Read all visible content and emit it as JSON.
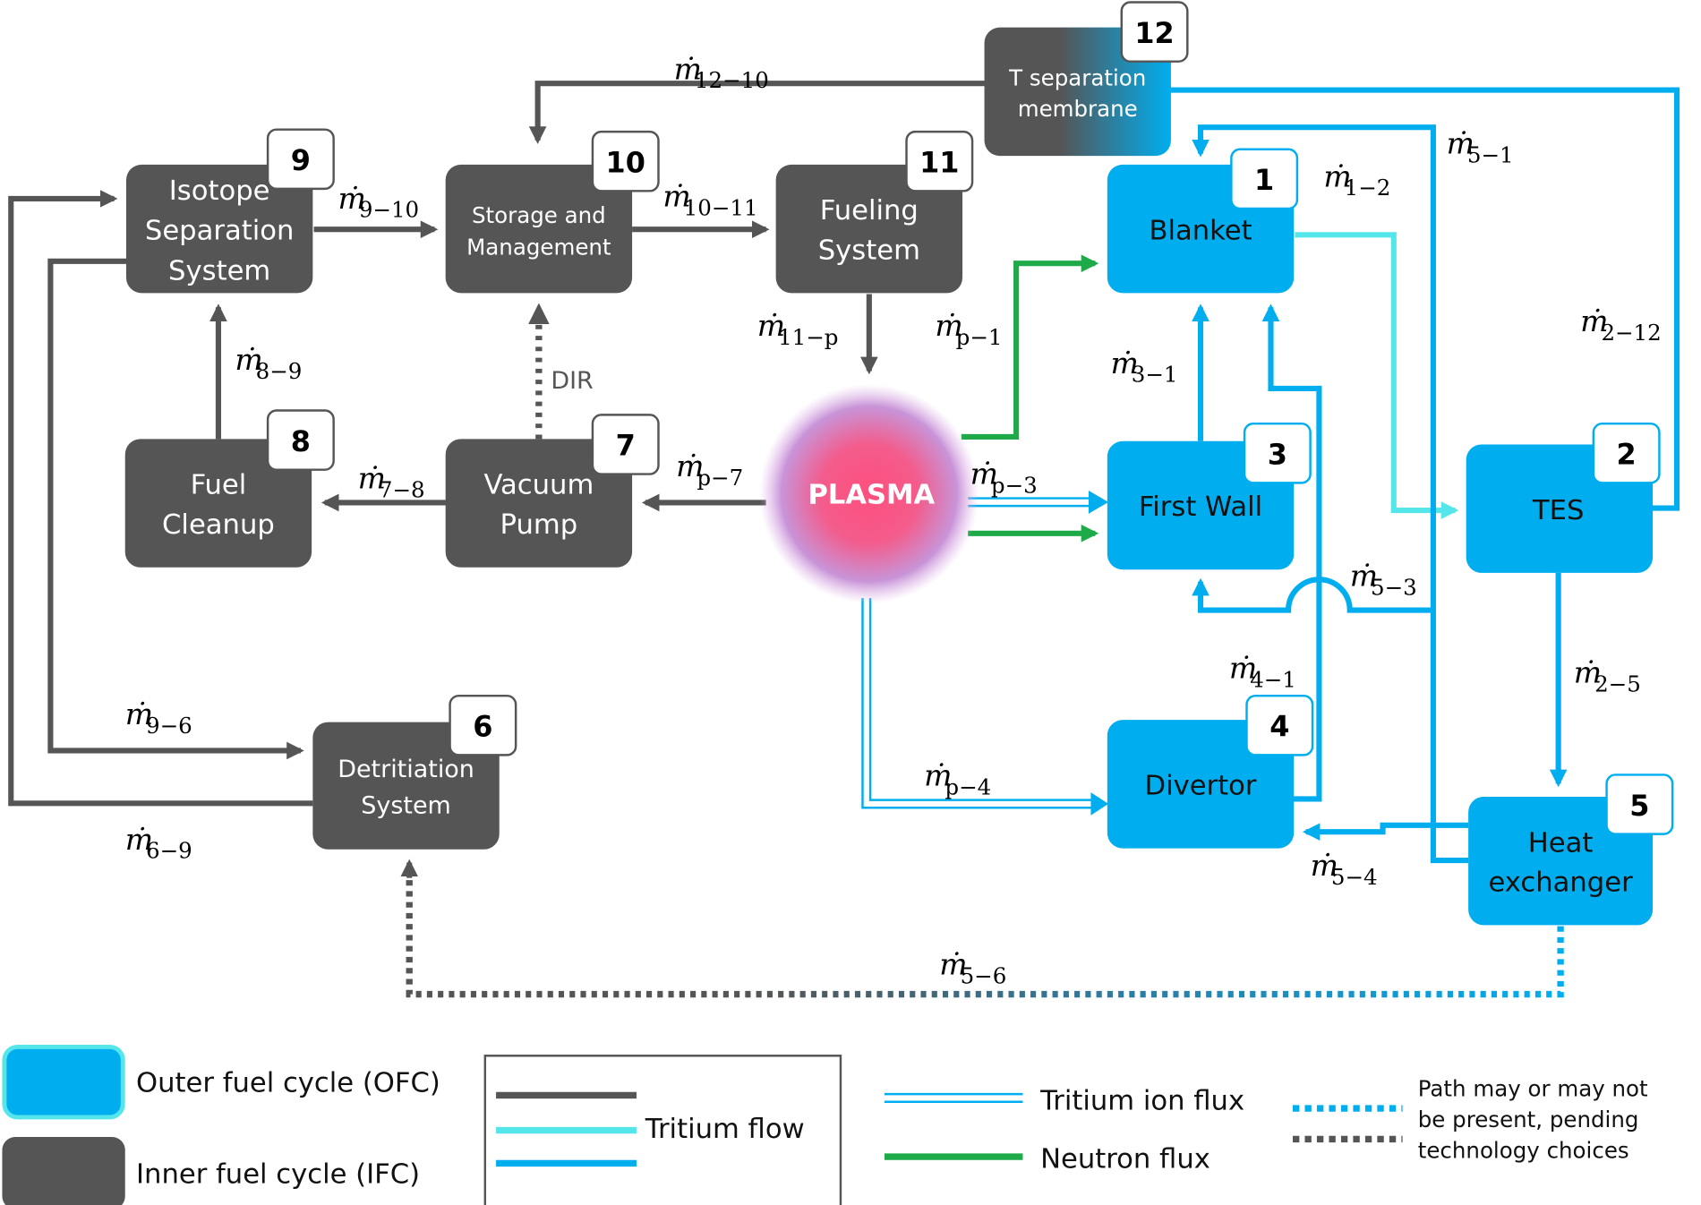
{
  "colors": {
    "ifc": "#555555",
    "ofc": "#00AEEF",
    "tritium_light": "#55E6EC",
    "neutron": "#1FAA4A",
    "plasma": "#FF4F7D"
  },
  "nodes": {
    "n1": {
      "num": "1",
      "lines": [
        "Blanket"
      ]
    },
    "n2": {
      "num": "2",
      "lines": [
        "TES"
      ]
    },
    "n3": {
      "num": "3",
      "lines": [
        "First Wall"
      ]
    },
    "n4": {
      "num": "4",
      "lines": [
        "Divertor"
      ]
    },
    "n5": {
      "num": "5",
      "lines": [
        "Heat",
        "exchanger"
      ]
    },
    "n6": {
      "num": "6",
      "lines": [
        "Detritiation",
        "System"
      ]
    },
    "n7": {
      "num": "7",
      "lines": [
        "Vacuum",
        "Pump"
      ]
    },
    "n8": {
      "num": "8",
      "lines": [
        "Fuel",
        "Cleanup"
      ]
    },
    "n9": {
      "num": "9",
      "lines": [
        "Isotope",
        "Separation",
        "System"
      ]
    },
    "n10": {
      "num": "10",
      "lines": [
        "Storage and",
        "Management"
      ]
    },
    "n11": {
      "num": "11",
      "lines": [
        "Fueling",
        "System"
      ]
    },
    "n12": {
      "num": "12",
      "lines": [
        "T separation",
        "membrane"
      ]
    }
  },
  "plasma_label": "PLASMA",
  "dir_label": "DIR",
  "flow_symbol": "ṁ",
  "flows": {
    "f12_10": "12−10",
    "f9_10": "9−10",
    "f10_11": "10−11",
    "f11_p": "11−p",
    "f8_9": "8−9",
    "f7_8": "7−8",
    "fp_7": "p−7",
    "fp_1": "p−1",
    "fp_3": "p−3",
    "fp_4": "p−4",
    "f3_1": "3−1",
    "f1_2": "1−2",
    "f5_1": "5−1",
    "f2_12": "2−12",
    "f5_3": "5−3",
    "f4_1": "4−1",
    "f2_5": "2−5",
    "f5_4": "5−4",
    "f5_6": "5−6",
    "f9_6": "9−6",
    "f6_9": "6−9"
  },
  "legend": {
    "ofc": "Outer fuel cycle (OFC)",
    "ifc": "Inner fuel cycle (IFC)",
    "tritium_flow": "Tritium flow",
    "tritium_ion_flux": "Tritium ion flux",
    "neutron_flux": "Neutron flux",
    "path_note": [
      "Path may or may not",
      "be present, pending",
      "technology choices"
    ]
  }
}
